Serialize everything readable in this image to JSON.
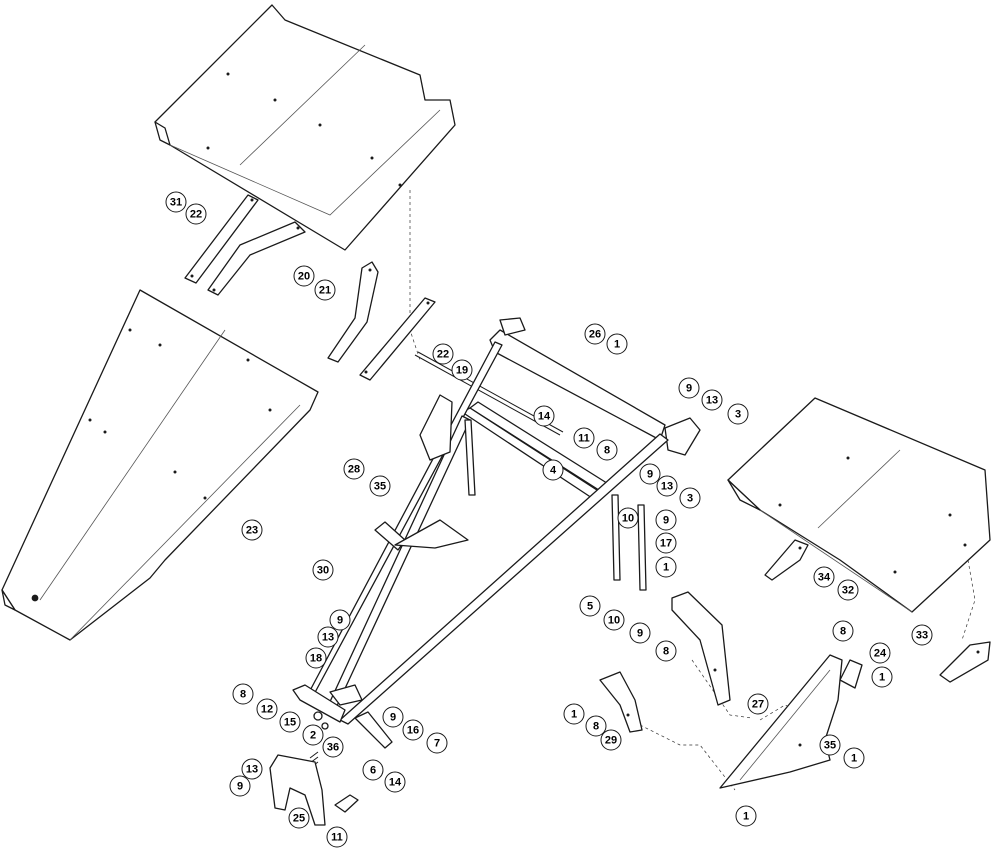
{
  "callouts": [
    {
      "id": "c31",
      "label": "31"
    },
    {
      "id": "c22a",
      "label": "22"
    },
    {
      "id": "c20",
      "label": "20"
    },
    {
      "id": "c21",
      "label": "21"
    },
    {
      "id": "c22b",
      "label": "22"
    },
    {
      "id": "c19",
      "label": "19"
    },
    {
      "id": "c26",
      "label": "26"
    },
    {
      "id": "c1a",
      "label": "1"
    },
    {
      "id": "c9a",
      "label": "9"
    },
    {
      "id": "c13a",
      "label": "13"
    },
    {
      "id": "c3a",
      "label": "3"
    },
    {
      "id": "c14a",
      "label": "14"
    },
    {
      "id": "c11a",
      "label": "11"
    },
    {
      "id": "c8a",
      "label": "8"
    },
    {
      "id": "c9b",
      "label": "9"
    },
    {
      "id": "c13b",
      "label": "13"
    },
    {
      "id": "c3b",
      "label": "3"
    },
    {
      "id": "c4",
      "label": "4"
    },
    {
      "id": "c28",
      "label": "28"
    },
    {
      "id": "c35a",
      "label": "35"
    },
    {
      "id": "c23",
      "label": "23"
    },
    {
      "id": "c30",
      "label": "30"
    },
    {
      "id": "c10a",
      "label": "10"
    },
    {
      "id": "c9c",
      "label": "9"
    },
    {
      "id": "c17",
      "label": "17"
    },
    {
      "id": "c1b",
      "label": "1"
    },
    {
      "id": "c5",
      "label": "5"
    },
    {
      "id": "c10b",
      "label": "10"
    },
    {
      "id": "c9d",
      "label": "9"
    },
    {
      "id": "c34",
      "label": "34"
    },
    {
      "id": "c32",
      "label": "32"
    },
    {
      "id": "c33",
      "label": "33"
    },
    {
      "id": "c9e",
      "label": "9"
    },
    {
      "id": "c13c",
      "label": "13"
    },
    {
      "id": "c18",
      "label": "18"
    },
    {
      "id": "c8b",
      "label": "8"
    },
    {
      "id": "c12",
      "label": "12"
    },
    {
      "id": "c15",
      "label": "15"
    },
    {
      "id": "c9f",
      "label": "9"
    },
    {
      "id": "c16",
      "label": "16"
    },
    {
      "id": "c2",
      "label": "2"
    },
    {
      "id": "c36",
      "label": "36"
    },
    {
      "id": "c7",
      "label": "7"
    },
    {
      "id": "c13d",
      "label": "13"
    },
    {
      "id": "c9g",
      "label": "9"
    },
    {
      "id": "c6",
      "label": "6"
    },
    {
      "id": "c14b",
      "label": "14"
    },
    {
      "id": "c25",
      "label": "25"
    },
    {
      "id": "c11b",
      "label": "11"
    },
    {
      "id": "c8c",
      "label": "8"
    },
    {
      "id": "c27",
      "label": "27"
    },
    {
      "id": "c1c",
      "label": "1"
    },
    {
      "id": "c8d",
      "label": "8"
    },
    {
      "id": "c29",
      "label": "29"
    },
    {
      "id": "c8e",
      "label": "8"
    },
    {
      "id": "c24",
      "label": "24"
    },
    {
      "id": "c1d",
      "label": "1"
    },
    {
      "id": "c35b",
      "label": "35"
    },
    {
      "id": "c1e",
      "label": "1"
    },
    {
      "id": "c1f",
      "label": "1"
    }
  ]
}
